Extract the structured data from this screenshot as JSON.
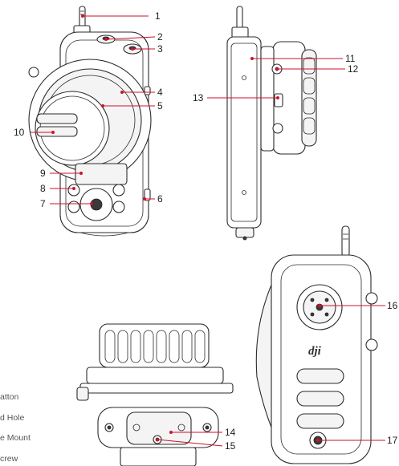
{
  "accent_color": "#d0112b",
  "logo_text": "dji",
  "callouts": [
    {
      "id": "1",
      "label": "1"
    },
    {
      "id": "2",
      "label": "2"
    },
    {
      "id": "3",
      "label": "3"
    },
    {
      "id": "4",
      "label": "4"
    },
    {
      "id": "5",
      "label": "5"
    },
    {
      "id": "6",
      "label": "6"
    },
    {
      "id": "7",
      "label": "7"
    },
    {
      "id": "8",
      "label": "8"
    },
    {
      "id": "9",
      "label": "9"
    },
    {
      "id": "10",
      "label": "10"
    },
    {
      "id": "11",
      "label": "11"
    },
    {
      "id": "12",
      "label": "12"
    },
    {
      "id": "13",
      "label": "13"
    },
    {
      "id": "14",
      "label": "14"
    },
    {
      "id": "15",
      "label": "15"
    },
    {
      "id": "16",
      "label": "16"
    },
    {
      "id": "17",
      "label": "17"
    }
  ],
  "legend_fragments": [
    "atton",
    "d Hole",
    "e Mount",
    "crew"
  ]
}
